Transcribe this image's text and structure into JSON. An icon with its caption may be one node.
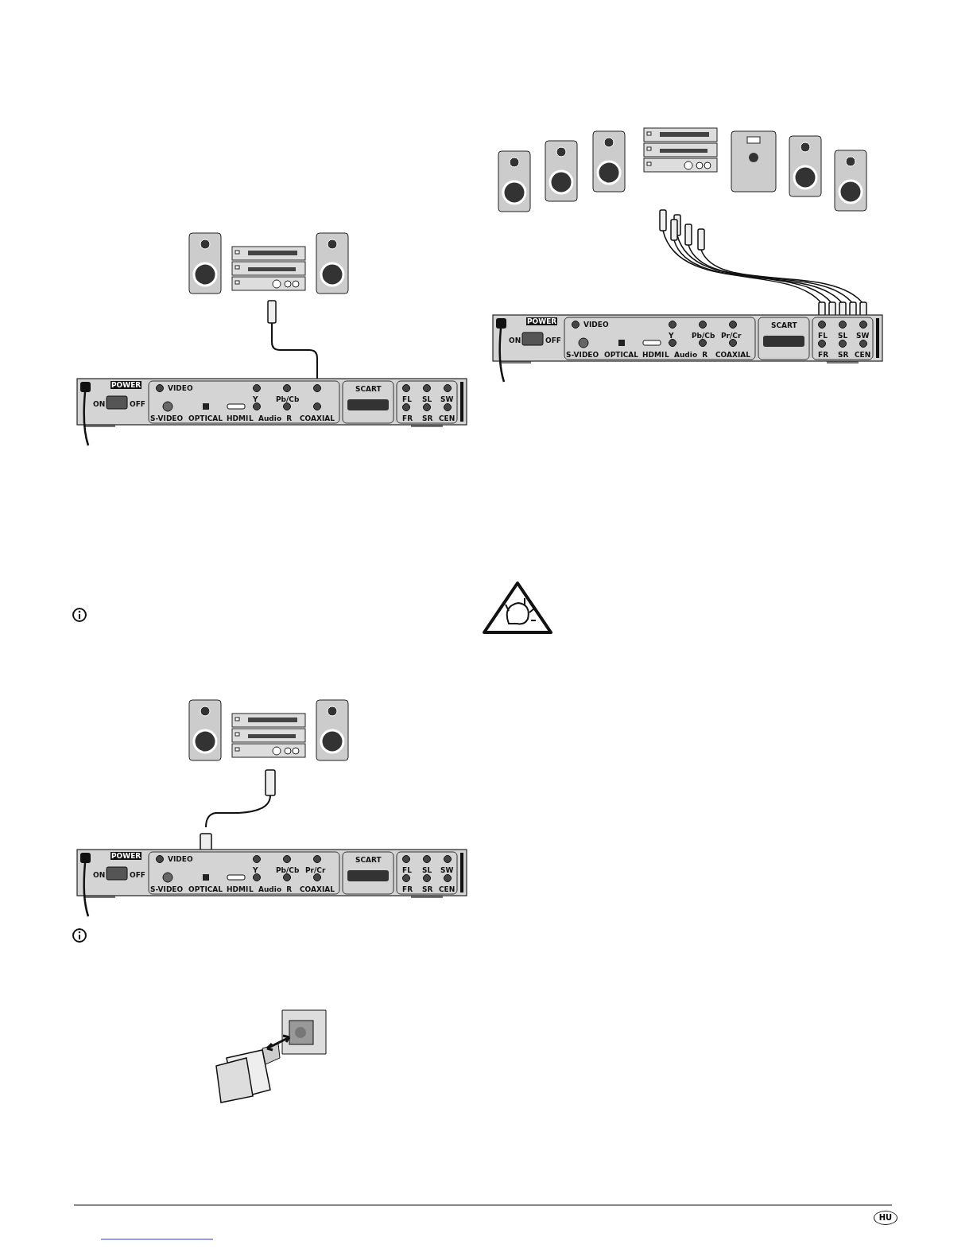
{
  "diagram": {
    "labels": [
      "POWER",
      "ON",
      "OFF",
      "VIDEO",
      "Y",
      "Pb/Cb",
      "SCART",
      "FL",
      "SL",
      "SW",
      "S-VIDEO",
      "OPTICAL",
      "HDMI",
      "L  Audio  R",
      "COAXIAL",
      "FR",
      "SR",
      "CEN",
      "POWER",
      "ON",
      "OFF",
      "VIDEO",
      "Y",
      "Pb/Cb",
      "Pr/Cr",
      "SCART",
      "FL",
      "SL",
      "SW",
      "S-VIDEO",
      "OPTICAL",
      "HDMI",
      "L  Audio  R",
      "COAXIAL",
      "FR",
      "SR",
      "CEN",
      "POWER",
      "ON",
      "OFF",
      "VIDEO",
      "Y",
      "Pb/Cb",
      "Pr/Cr",
      "SCART",
      "FL",
      "SL",
      "SW",
      "S-VIDEO",
      "OPTICAL",
      "HDMI",
      "L  Audio  R",
      "COAXIAL",
      "FR",
      "SR",
      "CEN",
      "HU"
    ]
  }
}
